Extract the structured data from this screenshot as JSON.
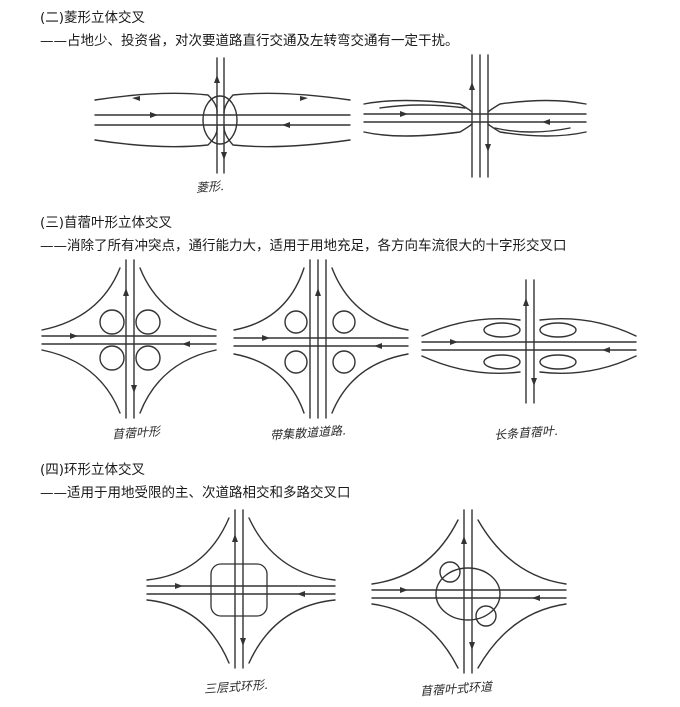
{
  "sections": [
    {
      "heading": "(二)菱形立体交叉",
      "desc": "——占地少、投资省，对次要道路直行交通及左转弯交通有一定干扰。",
      "captions": [
        "菱形."
      ]
    },
    {
      "heading": "(三)苜蓿叶形立体交叉",
      "desc": "——消除了所有冲突点，通行能力大，适用于用地充足，各方向车流很大的十字形交叉口",
      "captions": [
        "苜蓿叶形",
        "带集散道道路.",
        "长条苜蓿叶."
      ]
    },
    {
      "heading": "(四)环形立体交叉",
      "desc": "——适用于用地受限的主、次道路相交和多路交叉口",
      "captions": [
        "三层式环形.",
        "苜蓿叶式环道"
      ]
    }
  ]
}
